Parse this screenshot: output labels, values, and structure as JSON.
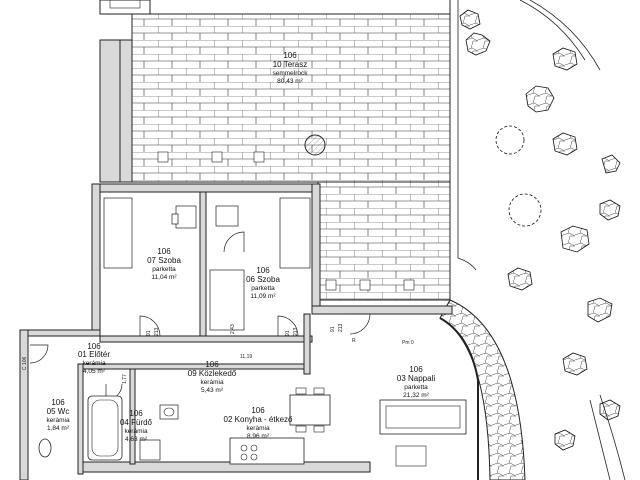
{
  "rooms": [
    {
      "id": "terrace",
      "num": "106",
      "name": "10 Terasz",
      "floor": "semmelrock",
      "area": "80,43 m²"
    },
    {
      "id": "room7",
      "num": "106",
      "name": "07 Szoba",
      "floor": "parketta",
      "area": "11,04 m²"
    },
    {
      "id": "room6",
      "num": "106",
      "name": "06 Szoba",
      "floor": "parketta",
      "area": "11,09 m²"
    },
    {
      "id": "hall1",
      "num": "106",
      "name": "01 Előtér",
      "floor": "kerámia",
      "area": "4,05 m²"
    },
    {
      "id": "hall9",
      "num": "106",
      "name": "09 Közlekedő",
      "floor": "kerámia",
      "area": "5,43 m²"
    },
    {
      "id": "living",
      "num": "106",
      "name": "03 Nappali",
      "floor": "parketta",
      "area": "21,32 m²"
    },
    {
      "id": "wc",
      "num": "106",
      "name": "05 Wc",
      "floor": "kerámia",
      "area": "1,84 m²"
    },
    {
      "id": "bath",
      "num": "106",
      "name": "04 Fürdő",
      "floor": "kerámia",
      "area": "4,63 m²"
    },
    {
      "id": "kitchen",
      "num": "106",
      "name": "02 Konyha - étkező",
      "floor": "kerámia",
      "area": "8,96 m²"
    }
  ],
  "dimensions": {
    "d1": "91",
    "d2": "213",
    "d3": "91",
    "d4": "213",
    "d5": "11,19",
    "d6": "2,43",
    "d7": "1,77",
    "d8": "91",
    "d9": "213",
    "section": "C 106",
    "door_label": "R",
    "window_label": "Pm 0"
  }
}
